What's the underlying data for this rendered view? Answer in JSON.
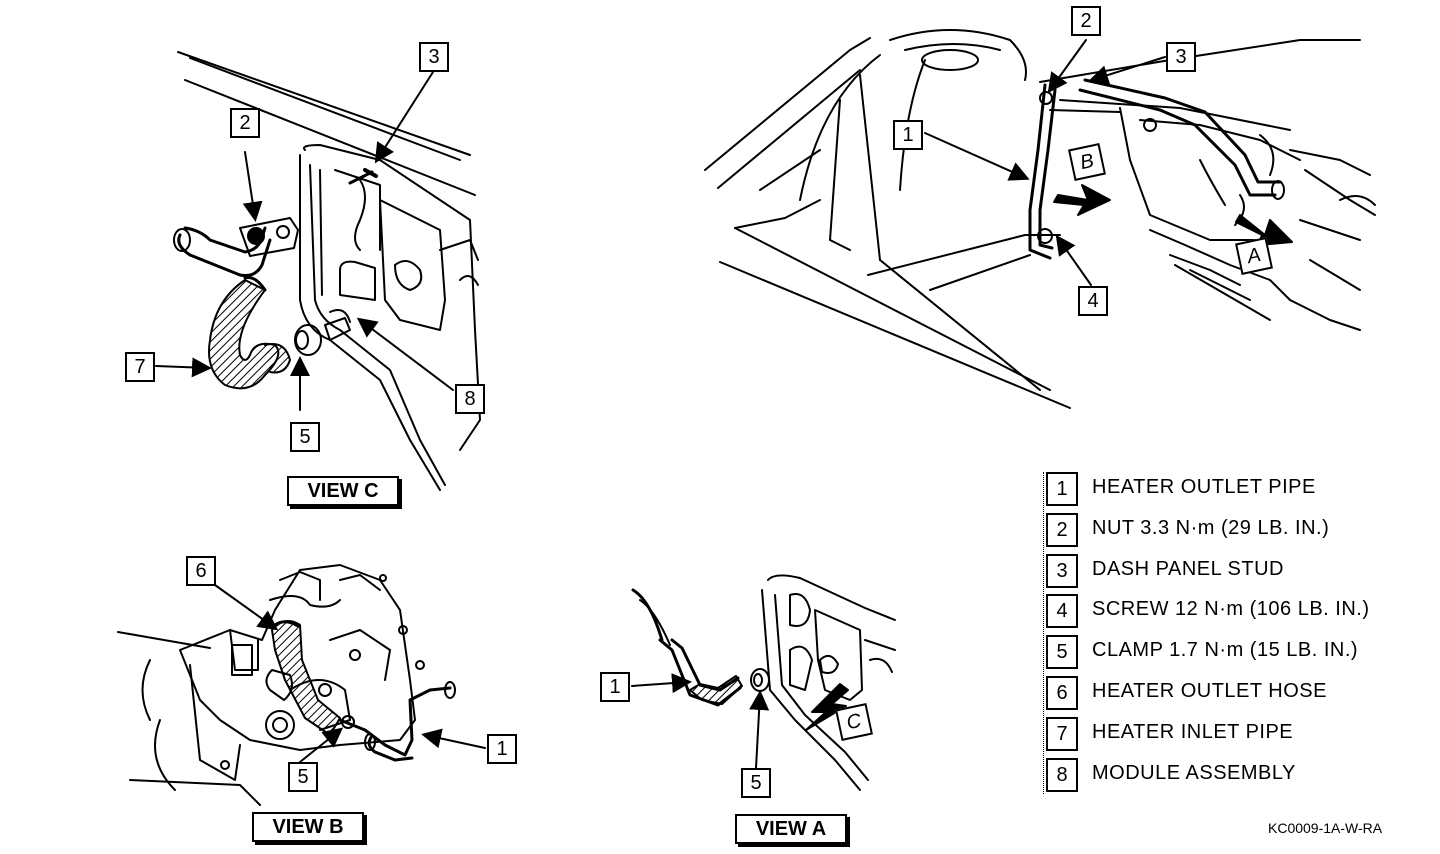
{
  "callouts": {
    "c_view_c_3": "3",
    "c_view_c_2": "2",
    "c_view_c_7": "7",
    "c_view_c_5": "5",
    "c_view_c_8": "8",
    "c_main_2": "2",
    "c_main_3": "3",
    "c_main_1": "1",
    "c_main_4": "4",
    "c_view_b_6": "6",
    "c_view_b_5": "5",
    "c_view_b_1": "1",
    "c_view_a_1": "1",
    "c_view_a_5": "5"
  },
  "views": {
    "view_c": "VIEW C",
    "view_b": "VIEW B",
    "view_a": "VIEW A"
  },
  "arrow_letters": {
    "b": "B",
    "a": "A",
    "c": "C"
  },
  "legend": [
    {
      "num": "1",
      "text": "HEATER OUTLET PIPE"
    },
    {
      "num": "2",
      "text": "NUT 3.3 N·m (29 LB. IN.)"
    },
    {
      "num": "3",
      "text": "DASH PANEL STUD"
    },
    {
      "num": "4",
      "text": "SCREW 12 N·m (106 LB. IN.)"
    },
    {
      "num": "5",
      "text": "CLAMP 1.7 N·m (15 LB. IN.)"
    },
    {
      "num": "6",
      "text": "HEATER OUTLET HOSE"
    },
    {
      "num": "7",
      "text": "HEATER INLET PIPE"
    },
    {
      "num": "8",
      "text": "MODULE ASSEMBLY"
    }
  ],
  "figure_code": "KC0009-1A-W-RA"
}
